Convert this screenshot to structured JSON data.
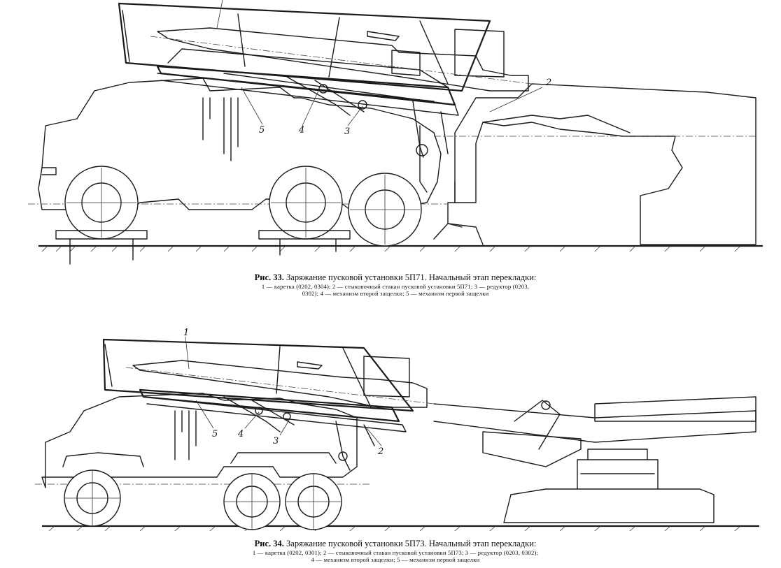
{
  "figure1": {
    "label": "Рис. 33.",
    "title": "Заряжание пусковой установки 5П71. Начальный этап перекладки:",
    "legend_lines": [
      "1 — каретка  (0202,  0304);  2 — стыковочный  стакан  пусковой  установки  5П71;   3 — редуктор   (0203,",
      "0302);  4 — механизм второй защелки; 5 — механизм первой защелки"
    ],
    "callouts": [
      "2",
      "3",
      "4",
      "5"
    ]
  },
  "figure2": {
    "label": "Рис. 34.",
    "title": "Заряжание пусковой установки 5П73. Начальный этап перекладки:",
    "legend_lines": [
      "1 — каретка  (0202,  0301);  2 — стыковочный  стакан  пусковой  установки  5П73;  3 — редуктор  (0203,  0302);",
      "4 — механизм второй защелки; 5 — механизм первой защелки"
    ],
    "callouts": [
      "1",
      "2",
      "3",
      "4",
      "5"
    ]
  }
}
